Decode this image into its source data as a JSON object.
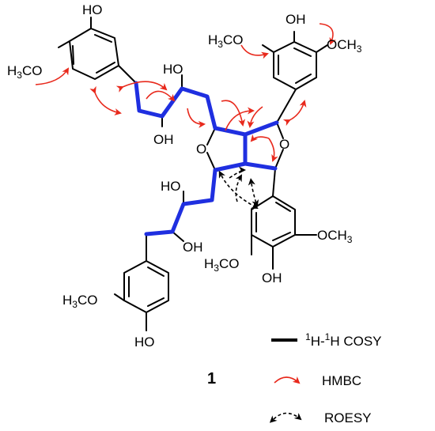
{
  "compound_number": "1",
  "atom_labels": {
    "ring_a_oh": "HO",
    "ring_a_ome_h": "H",
    "ring_a_ome_3": "3",
    "ring_a_ome_co": "CO",
    "chain_top_oh_upper": "HO",
    "chain_top_oh_lower": "OH",
    "ring_b_ome_left_h": "H",
    "ring_b_ome_left_3": "3",
    "ring_b_ome_left_co": "CO",
    "ring_b_oh": "OH",
    "ring_b_ome_right_och": "OCH",
    "ring_b_ome_right_3": "3",
    "furan_o_left": "O",
    "furan_o_right": "O",
    "chain_bottom_oh_upper": "HO",
    "chain_bottom_oh_lower": "OH",
    "ring_c_ome_right_och": "OCH",
    "ring_c_ome_right_3": "3",
    "ring_c_ome_left_h": "H",
    "ring_c_ome_left_3": "3",
    "ring_c_ome_left_co": "CO",
    "ring_c_oh": "OH",
    "ring_d_ome_h": "H",
    "ring_d_ome_3": "3",
    "ring_d_ome_co": "CO",
    "ring_d_oh": "HO"
  },
  "legend": {
    "cosy_sup1": "1",
    "cosy_h1": "H-",
    "cosy_sup2": "1",
    "cosy_rest": "H COSY",
    "hmbc": "HMBC",
    "roesy": "ROESY"
  },
  "colors": {
    "cosy_bond": "#1f2fe0",
    "hmbc_arrow": "#e8291c",
    "roesy_arrow": "#000000",
    "bond": "#000000"
  }
}
